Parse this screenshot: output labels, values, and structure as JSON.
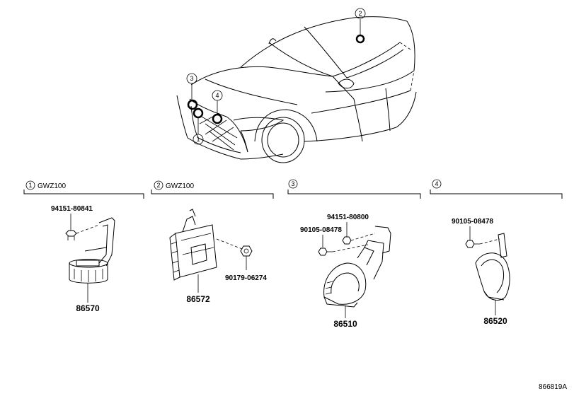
{
  "callouts": [
    "1",
    "2",
    "3",
    "4"
  ],
  "sections": [
    {
      "number": "1",
      "model": "GWZ100",
      "parts": [
        {
          "label": "94151-80841"
        },
        {
          "label": "86570"
        }
      ]
    },
    {
      "number": "2",
      "model": "GWZ100",
      "parts": [
        {
          "label": "86572"
        },
        {
          "label": "90179-06274"
        }
      ]
    },
    {
      "number": "3",
      "model": "",
      "parts": [
        {
          "label": "94151-80800"
        },
        {
          "label": "90105-08478"
        },
        {
          "label": "86510"
        }
      ]
    },
    {
      "number": "4",
      "model": "",
      "parts": [
        {
          "label": "90105-08478"
        },
        {
          "label": "86520"
        }
      ]
    }
  ],
  "diagram_ref": "866819A"
}
